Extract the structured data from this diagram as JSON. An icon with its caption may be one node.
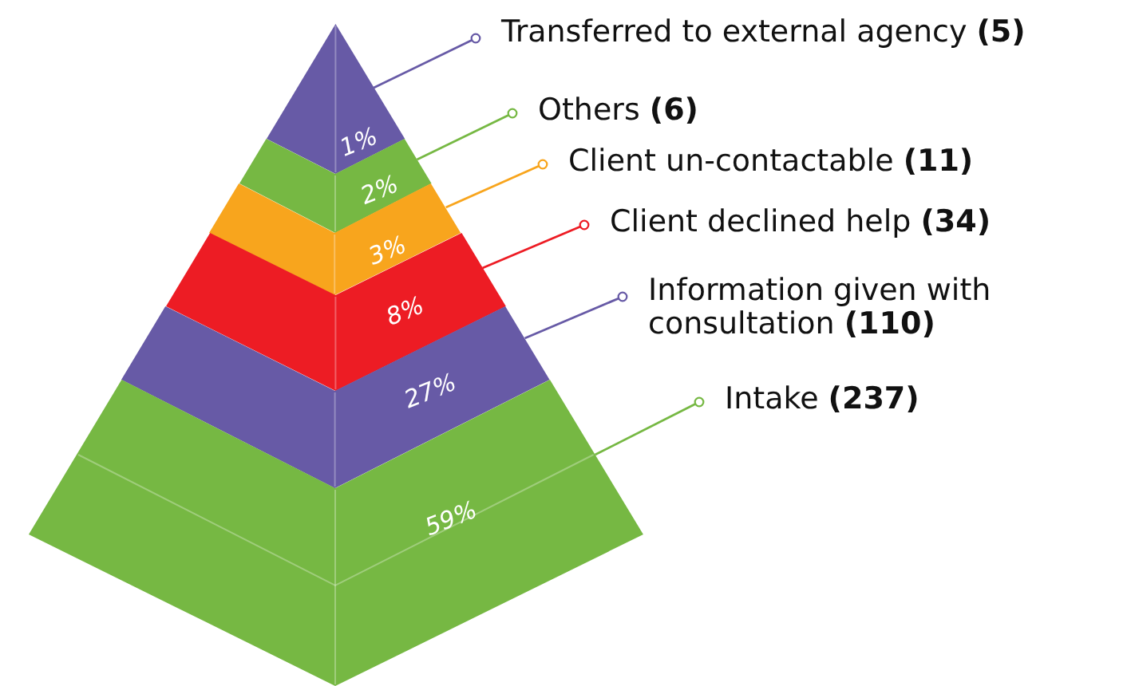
{
  "diagram": {
    "nodes": [
      {
        "text": [
          "1%"
        ]
      },
      {
        "text": [
          "2%"
        ]
      },
      {
        "text": [
          "3%"
        ]
      },
      {
        "text": [
          "8%"
        ]
      },
      {
        "text": [
          "27%"
        ]
      },
      {
        "text": [
          "59%"
        ]
      },
      {
        "text": [
          "Transferred to external agency **(5)**"
        ]
      },
      {
        "text": [
          "Others **(6)**"
        ]
      },
      {
        "text": [
          "Client un-contactable **(11)**"
        ]
      },
      {
        "text": [
          "Client declined help **(34)**"
        ]
      },
      {
        "text": [
          "Information given with consultation **(110)**"
        ]
      },
      {
        "text": [
          "Intake **(237)**"
        ]
      }
    ],
    "edges": [
      {
        "from": 6,
        "to": 0,
        "arrow": "other",
        "color": "#675aa6"
      },
      {
        "from": 7,
        "to": 1,
        "arrow": "other",
        "color": "#76b843"
      },
      {
        "from": 8,
        "to": 2,
        "arrow": "other",
        "color": "#f8a51d"
      },
      {
        "from": 9,
        "to": 3,
        "arrow": "other",
        "color": "#ed1c24"
      },
      {
        "from": 10,
        "to": 4,
        "arrow": "other",
        "color": "#675aa6"
      },
      {
        "from": 11,
        "to": 5,
        "arrow": "other",
        "color": "#76b843"
      }
    ]
  }
}
